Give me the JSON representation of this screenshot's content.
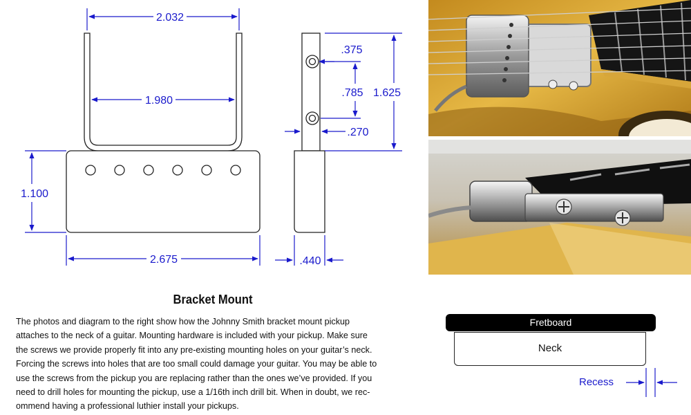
{
  "dimensions": {
    "bracket_outer": "2.032",
    "bracket_inner": "1.980",
    "pickup_height": "1.100",
    "pickup_length": "2.675",
    "hole_offset": ".375",
    "hole_spacing": ".785",
    "bracket_height": "1.625",
    "hole_edge": ".270",
    "pickup_depth": ".440"
  },
  "title": "Bracket Mount",
  "description_lines": [
    "The photos and diagram to the right show how the Johnny Smith bracket mount pickup",
    "attaches to the neck of a guitar. Mounting hardware is included with your pickup. Make sure",
    "the screws we provide properly fit into any pre-existing mounting holes on your guitar’s neck.",
    "Forcing the screws into holes that are too small could damage your guitar. You may be able to",
    "use the screws from the pickup you are replacing rather than the ones we’ve provided. If you",
    "need to drill holes for mounting the pickup, use a 1/16th inch drill bit. When in doubt, we rec-",
    "ommend having a professional luthier install your pickups."
  ],
  "inset": {
    "fretboard": "Fretboard",
    "neck": "Neck",
    "recess": "Recess"
  },
  "colors": {
    "dimension": "#1a1acc",
    "guitar_top": "#d9a62c",
    "fretboard": "#111111"
  }
}
